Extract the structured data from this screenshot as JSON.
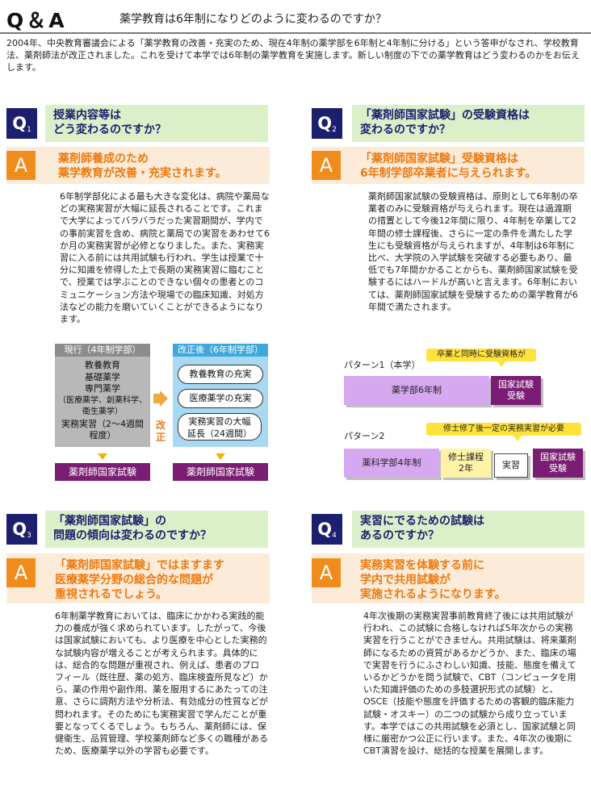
{
  "header": {
    "logo": "Q＆A",
    "question": "薬学教育は6年制になりどのように変わるのですか？"
  },
  "intro": "2004年、中央教育審議会による「薬学教育の改善・充実のため、現在4年制の薬学部を6年制と4年制に分ける」という答申がなされ、学校教育法、薬剤師法が改正されました。これを受けて本学では6年制の薬学教育を実施します。新しい制度の下での薬学教育はどう変わるのかをお伝えします。",
  "icons": {
    "q_letter": "Q",
    "a_letter": "A"
  },
  "colors": {
    "navy": "#1c1f6e",
    "orange": "#f08c1c",
    "green_box": "#dbf0c9",
    "peach_box": "#fbebd8",
    "exam_purple": "#7a1d73"
  },
  "q1": {
    "num": "1",
    "question": [
      "授業内容等は",
      "どう変わるのですか？"
    ],
    "answer_head": [
      "薬剤師養成のため",
      "薬学教育が改善・充実されます。"
    ],
    "body": "6年制学部化による最も大きな変化は、病院や薬局などの実務実習が大幅に延長されることです。これまで大学によってバラバラだった実習期間が、学内での事前実習を含め、病院と薬局での実習をあわせて6か月の実務実習が必修となりました。また、実務実習に入る前には共用試験も行われ、学生は授業で十分に知識を修得した上で長期の実務実習に臨むことで、授業では学ぶことのできない個々の患者とのコミュニケーション方法や現場での臨床知識、対処方法などの能力を磨いていくことができるようになります。",
    "diagram": {
      "before_title": "現行（4年制学部）",
      "before_items": [
        "教養教育",
        "基礎薬学",
        "専門薬学",
        "（医療薬学、創薬科学、",
        "衛生薬学）",
        "実務実習（2～4週間",
        "程度）"
      ],
      "kaisei": [
        "改",
        "正"
      ],
      "after_title": "改正後（6年制学部）",
      "after_items": [
        "教養教育の充実",
        "医療薬学の充実"
      ],
      "after_item3": [
        "実務実習の大幅",
        "延長（24週間）"
      ],
      "exam_before": "薬剤師国家試験",
      "exam_after": "薬剤師国家試験"
    }
  },
  "q2": {
    "num": "2",
    "question": [
      "「薬剤師国家試験」の受験資格は",
      "変わるのですか？"
    ],
    "answer_head": [
      "「薬剤師国家試験」受験資格は",
      "6年制学部卒業者に与えられます。"
    ],
    "body": "薬剤師国家試験の受験資格は、原則として6年制の卒業者のみに受験資格が与えられます。現在は過渡期の措置として今後12年間に限り、4年制を卒業して2年間の修士課程後、さらに一定の条件を満たした学生にも受験資格が与えられますが、4年制は6年制に比べ、大学院の入学試験を突破する必要もあり、最低でも7年間かかることからも、薬剤師国家試験を受験するにはハードルが高いと言えます。6年制においては、薬剤師国家試験を受験するための薬学教育が6年間で満たされます。",
    "diagram": {
      "pattern1_label": "パターン1（本学）",
      "pattern1_callout": "卒業と同時に受験資格が",
      "pattern1_bar": "薬学部6年制",
      "pattern1_exam": [
        "国家試験",
        "受験"
      ],
      "pattern2_label": "パターン2",
      "pattern2_callout": "修士修了後一定の実務実習が必要",
      "pattern2_bar": "薬科学部4年制",
      "pattern2_master": [
        "修士課程",
        "2年"
      ],
      "pattern2_practice": "実習",
      "pattern2_exam": [
        "国家試験",
        "受験"
      ]
    }
  },
  "q3": {
    "num": "3",
    "question": [
      "「薬剤師国家試験」の",
      "問題の傾向は変わるのですか？"
    ],
    "answer_head": [
      "「薬剤師国家試験」ではますます",
      "医療薬学分野の総合的な問題が",
      "重視されるでしょう。"
    ],
    "body": "6年制薬学教育においては、臨床にかかわる実践的能力の養成が強く求められています。したがって、今後は国家試験においても、より医療を中心とした実務的な試験内容が増えることが考えられます。具体的には、総合的な問題が重視され、例えば、患者のプロフィール（既往歴、薬の処方、臨床検査所見など）から、薬の作用や副作用、薬を服用するにあたっての注意、さらに調剤方法や分析法、有効成分の性質などが問われます。そのためにも実務実習で学んだことが重要となってくるでしょう。もちろん、薬剤師には、保健衛生、品質管理、学校薬剤師など多くの職種があるため、医療薬学以外の学習も必要です。"
  },
  "q4": {
    "num": "4",
    "question": [
      "実習にでるための試験は",
      "あるのですか？"
    ],
    "answer_head": [
      "実務実習を体験する前に",
      "学内で共用試験が",
      "実施されるようになります。"
    ],
    "body": "4年次後期の実務実習事前教育終了後には共用試験が行われ、この試験に合格しなければ5年次からの実務実習を行うことができません。共用試験は、将来薬剤師になるための資質があるかどうか、また、臨床の場で実習を行うにふさわしい知識、技能、態度を備えているかどうかを問う試験で、CBT（コンピュータを用いた知識評価のための多肢選択形式の試験）と、OSCE（技能や態度を評価するための客観的臨床能力試験・オスキー）の二つの試験から成り立っています。本学ではこの共用試験を必須とし、国家試験と同様に厳密かつ公正に行います。また、4年次の後期にCBT演習を設け、総括的な授業を展開します。"
  }
}
